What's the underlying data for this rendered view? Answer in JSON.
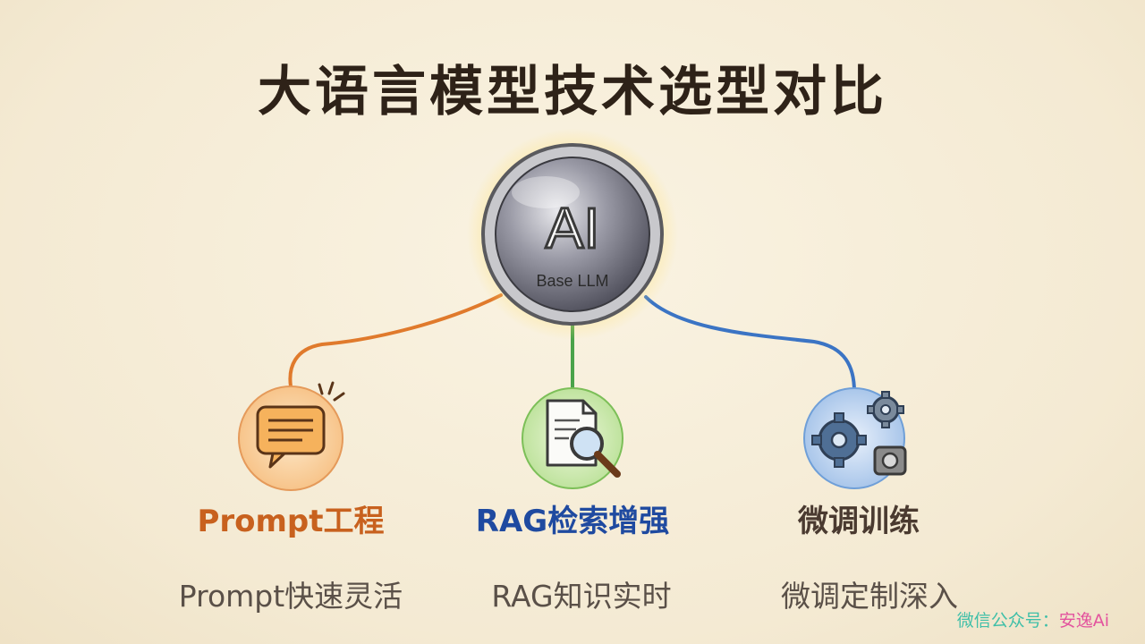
{
  "title": "大语言模型技术选型对比",
  "hub": {
    "ai_text": "AI",
    "label": "Base LLM"
  },
  "branches": [
    {
      "title": "Prompt工程",
      "desc": "Prompt快速灵活",
      "icon": "speech-bubble-icon",
      "color": "#c8611e"
    },
    {
      "title": "RAG检索增强",
      "desc": "RAG知识实时",
      "icon": "document-search-icon",
      "color": "#1f4aa0"
    },
    {
      "title": "微调训练",
      "desc": "微调定制深入",
      "icon": "gears-icon",
      "color": "#4a3a30"
    }
  ],
  "watermark": {
    "prefix": "微信公众号：",
    "name": "安逸Ai"
  }
}
